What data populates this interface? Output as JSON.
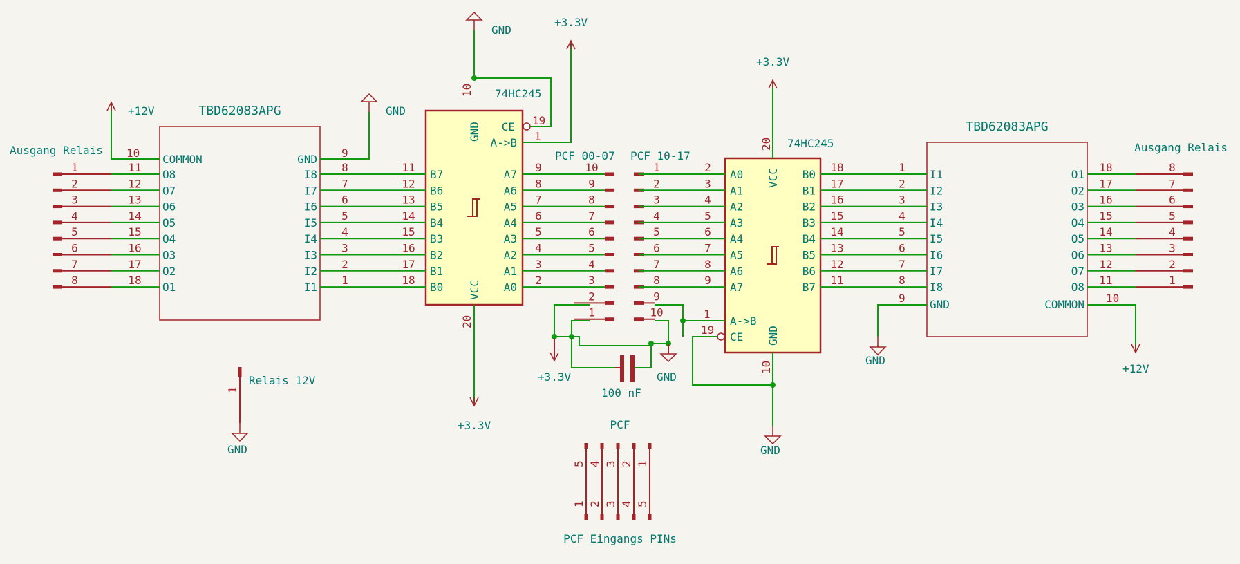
{
  "left_driver": {
    "title": "TBD62083APG",
    "out_label": "Ausgang Relais",
    "common_label": "COMMON",
    "common_pin": "10",
    "gnd_label": "GND",
    "gnd_pin": "9",
    "out_pins": [
      "11",
      "12",
      "13",
      "14",
      "15",
      "16",
      "17",
      "18"
    ],
    "out_names": [
      "O8",
      "O7",
      "O6",
      "O5",
      "O4",
      "O3",
      "O2",
      "O1"
    ],
    "conn_pins": [
      "1",
      "2",
      "3",
      "4",
      "5",
      "6",
      "7",
      "8"
    ],
    "in_names": [
      "I8",
      "I7",
      "I6",
      "I5",
      "I4",
      "I3",
      "I2",
      "I1"
    ],
    "in_pins": [
      "8",
      "7",
      "6",
      "5",
      "4",
      "3",
      "2",
      "1"
    ]
  },
  "left_buffer": {
    "title": "74HC245",
    "b_names": [
      "B7",
      "B6",
      "B5",
      "B4",
      "B3",
      "B2",
      "B1",
      "B0"
    ],
    "b_pins": [
      "11",
      "12",
      "13",
      "14",
      "15",
      "16",
      "17",
      "18"
    ],
    "a_names": [
      "A7",
      "A6",
      "A5",
      "A4",
      "A3",
      "A2",
      "A1",
      "A0"
    ],
    "a_pins": [
      "9",
      "8",
      "7",
      "6",
      "5",
      "4",
      "3",
      "2"
    ],
    "gnd_label": "GND",
    "gnd_pin": "10",
    "vcc_label": "VCC",
    "vcc_pin": "20",
    "ce_label": "CE",
    "ce_pin": "19",
    "dir_label": "A->B",
    "dir_pin": "1"
  },
  "connector_left": {
    "title": "PCF 00-07",
    "pins": [
      "10",
      "9",
      "8",
      "7",
      "6",
      "5",
      "4",
      "3",
      "2",
      "1"
    ]
  },
  "connector_right": {
    "title": "PCF 10-17",
    "pins": [
      "1",
      "2",
      "3",
      "4",
      "5",
      "6",
      "7",
      "8",
      "9",
      "10"
    ]
  },
  "right_buffer": {
    "title": "74HC245",
    "a_names": [
      "A0",
      "A1",
      "A2",
      "A3",
      "A4",
      "A5",
      "A6",
      "A7"
    ],
    "a_pins": [
      "2",
      "3",
      "4",
      "5",
      "6",
      "7",
      "8",
      "9"
    ],
    "b_names": [
      "B0",
      "B1",
      "B2",
      "B3",
      "B4",
      "B5",
      "B6",
      "B7"
    ],
    "b_pins": [
      "18",
      "17",
      "16",
      "15",
      "14",
      "13",
      "12",
      "11"
    ],
    "vcc_label": "VCC",
    "vcc_pin": "20",
    "gnd_label": "GND",
    "gnd_pin": "10",
    "dir_label": "A->B",
    "dir_pin": "1",
    "ce_label": "CE",
    "ce_pin": "19"
  },
  "right_driver": {
    "title": "TBD62083APG",
    "out_label": "Ausgang Relais",
    "in_pins": [
      "1",
      "2",
      "3",
      "4",
      "5",
      "6",
      "7",
      "8"
    ],
    "in_names": [
      "I1",
      "I2",
      "I3",
      "I4",
      "I5",
      "I6",
      "I7",
      "I8"
    ],
    "gnd_label": "GND",
    "gnd_pin": "9",
    "out_names": [
      "O1",
      "O2",
      "O3",
      "O4",
      "O5",
      "O6",
      "O7",
      "O8"
    ],
    "out_pins": [
      "18",
      "17",
      "16",
      "15",
      "14",
      "13",
      "12",
      "11"
    ],
    "conn_pins": [
      "8",
      "7",
      "6",
      "5",
      "4",
      "3",
      "2",
      "1"
    ],
    "common_label": "COMMON",
    "common_pin": "10"
  },
  "power": {
    "gnd": "GND",
    "p33": "+3.3V",
    "p12": "+12V"
  },
  "capacitor": {
    "value": "100 nF"
  },
  "relay_conn": {
    "label": "Relais 12V",
    "pin": "1"
  },
  "pcf_header": {
    "title": "PCF",
    "caption": "PCF Eingangs PINs",
    "top_pins": [
      "5",
      "4",
      "3",
      "2",
      "1"
    ],
    "bottom_pins": [
      "1",
      "2",
      "3",
      "4",
      "5"
    ]
  },
  "colors": {
    "background": "#f5f4ef",
    "component": "#a3252a",
    "wire": "#109a10",
    "label": "#00786e",
    "ic_fill": "#ffffc2"
  }
}
